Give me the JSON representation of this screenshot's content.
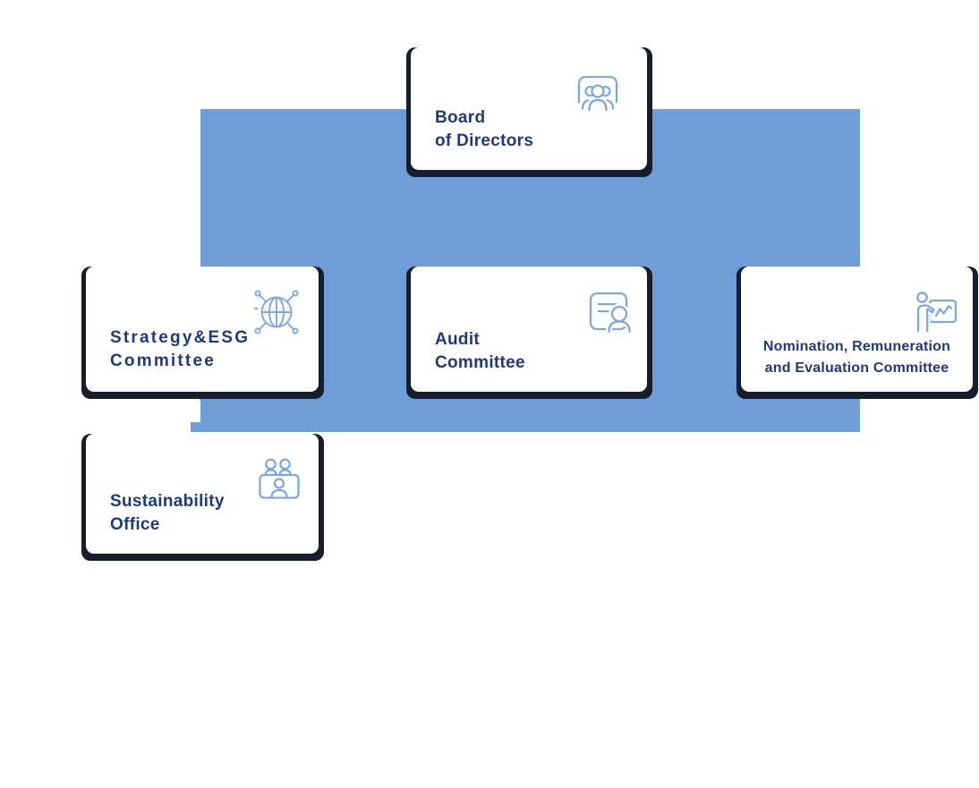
{
  "colors": {
    "connector_blue": "#6f9ed7",
    "frame_navy": "#161e2c",
    "title_navy": "#20397b",
    "icon_blue": "#7da8de",
    "card_white": "#ffffff"
  },
  "chart": {
    "type": "org-chart",
    "nodes": [
      {
        "id": "board",
        "lines": [
          "Board",
          "of Directors"
        ],
        "icon": "meeting-people-icon",
        "reports_to": null
      },
      {
        "id": "strategy",
        "lines": [
          "Strategy&ESG",
          "Committee"
        ],
        "icon": "globe-network-icon",
        "reports_to": "board"
      },
      {
        "id": "audit",
        "lines": [
          "Audit",
          "Committee"
        ],
        "icon": "document-person-icon",
        "reports_to": "board"
      },
      {
        "id": "nomination",
        "lines": [
          "Nomination, Remuneration",
          "and Evaluation Committee"
        ],
        "icon": "presenter-chart-icon",
        "reports_to": "board"
      },
      {
        "id": "sustainability",
        "lines": [
          "Sustainability",
          "Office"
        ],
        "icon": "committee-desk-icon",
        "reports_to": "strategy"
      }
    ]
  }
}
